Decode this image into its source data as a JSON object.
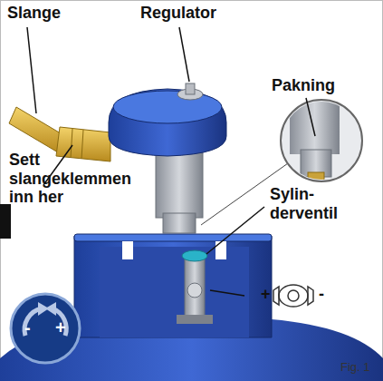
{
  "diagram": {
    "labels": [
      "Slange",
      "Regulator",
      "Pakning",
      "Sett slangeklemmen inn her",
      "Sylin- derventil",
      "-",
      "+",
      "+",
      "-",
      "Fig. 1"
    ]
  }
}
